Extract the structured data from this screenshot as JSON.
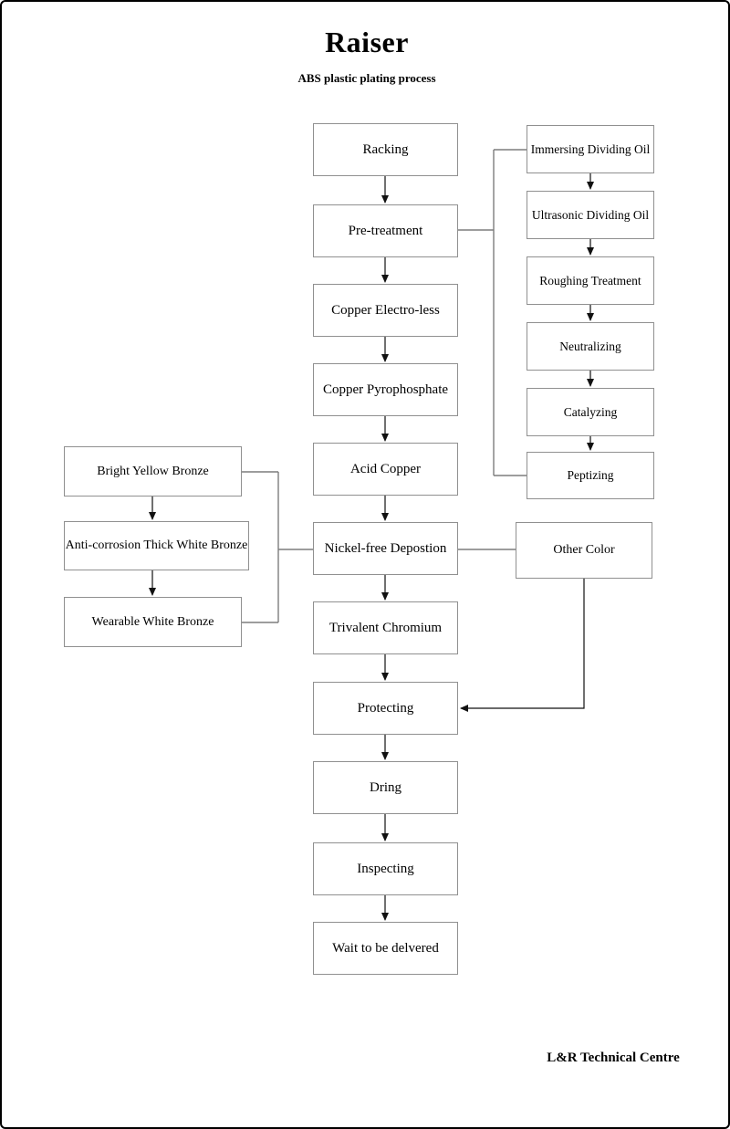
{
  "title": "Raiser",
  "subtitle": "ABS plastic plating process",
  "footer": "L&R Technical Centre",
  "flow": {
    "main": [
      "Racking",
      "Pre-treatment",
      "Copper Electro-less",
      "Copper Pyrophosphate",
      "Acid Copper",
      "Nickel-free Depostion",
      "Trivalent Chromium",
      "Protecting",
      "Dring",
      "Inspecting",
      "Wait to be delvered"
    ],
    "pretreatment_branch": [
      "Immersing Dividing Oil",
      "Ultrasonic Dividing Oil",
      "Roughing Treatment",
      "Neutralizing",
      "Catalyzing",
      "Peptizing"
    ],
    "bronze_branch": [
      "Bright Yellow Bronze",
      "Anti-corrosion Thick White Bronze",
      "Wearable White Bronze"
    ],
    "other_color": "Other Color"
  },
  "colors": {
    "box_border": "#909090",
    "connector": "#7d7d7d",
    "arrow": "#111111",
    "text": "#000000",
    "background": "#ffffff",
    "page_border": "#000000"
  }
}
